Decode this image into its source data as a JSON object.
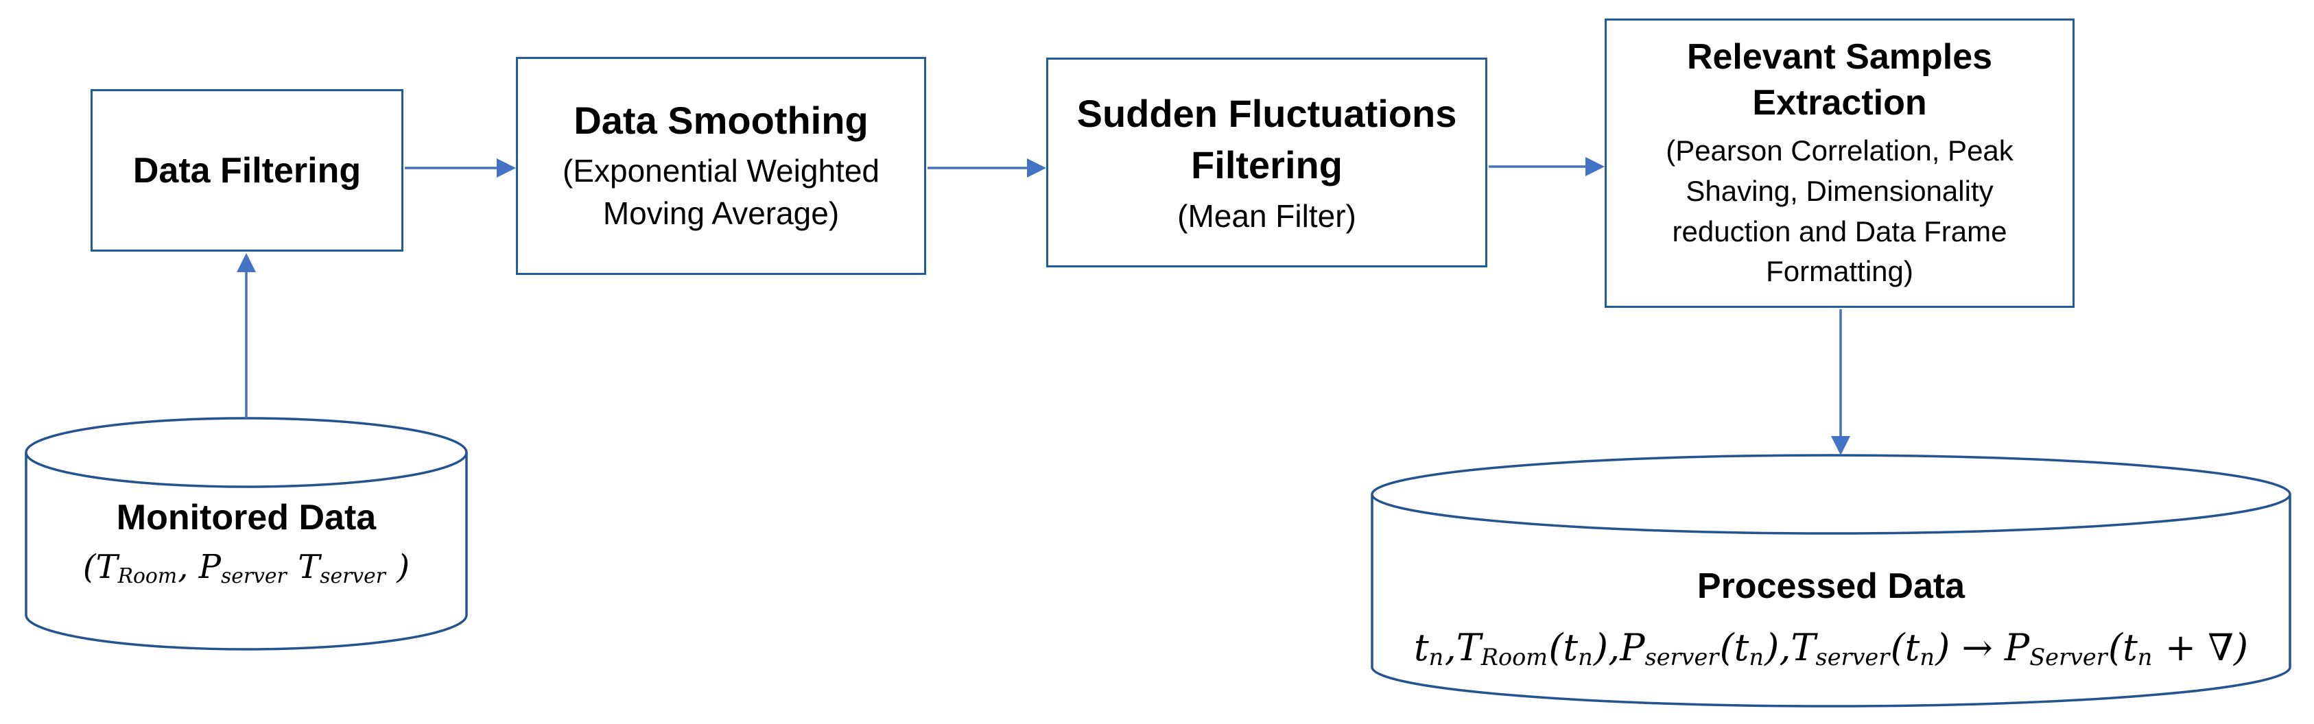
{
  "diagram": {
    "colors": {
      "box_border": "#1f5c9d",
      "cylinder_border": "#24548f",
      "arrow": "#4472c4",
      "text": "#000000",
      "background": "#ffffff"
    },
    "boxes": [
      {
        "title": "Data Filtering"
      },
      {
        "title": "Data Smoothing",
        "subtitle_lines": [
          "(Exponential Weighted",
          "Moving Average)"
        ]
      },
      {
        "title_lines": [
          "Sudden Fluctuations",
          "Filtering"
        ],
        "subtitle_lines": [
          "(Mean Filter)"
        ]
      },
      {
        "title_lines": [
          "Relevant Samples",
          "Extraction"
        ],
        "subtitle_lines": [
          "(Pearson Correlation, Peak",
          "Shaving, Dimensionality",
          "reduction and Data Frame",
          "Formatting)"
        ]
      }
    ],
    "cylinders": [
      {
        "title": "Monitored Data",
        "formula": [
          {
            "t": "(T"
          },
          {
            "s": "Room"
          },
          {
            "t": ", P"
          },
          {
            "s": "server"
          },
          {
            "t": " T"
          },
          {
            "s": "server"
          },
          {
            "t": " )"
          }
        ]
      },
      {
        "title": "Processed Data",
        "formula": [
          {
            "t": "t"
          },
          {
            "s": "n"
          },
          {
            "t": ",T"
          },
          {
            "s": "Room"
          },
          {
            "t": "(t"
          },
          {
            "s": "n"
          },
          {
            "t": "),P"
          },
          {
            "s": "server"
          },
          {
            "t": "(t"
          },
          {
            "s": "n"
          },
          {
            "t": "),T"
          },
          {
            "s": "server"
          },
          {
            "t": "(t"
          },
          {
            "s": "n"
          },
          {
            "t": ") → P"
          },
          {
            "s": "Server"
          },
          {
            "t": "(t"
          },
          {
            "s": "n"
          },
          {
            "t": " + ∇)"
          }
        ]
      }
    ]
  }
}
